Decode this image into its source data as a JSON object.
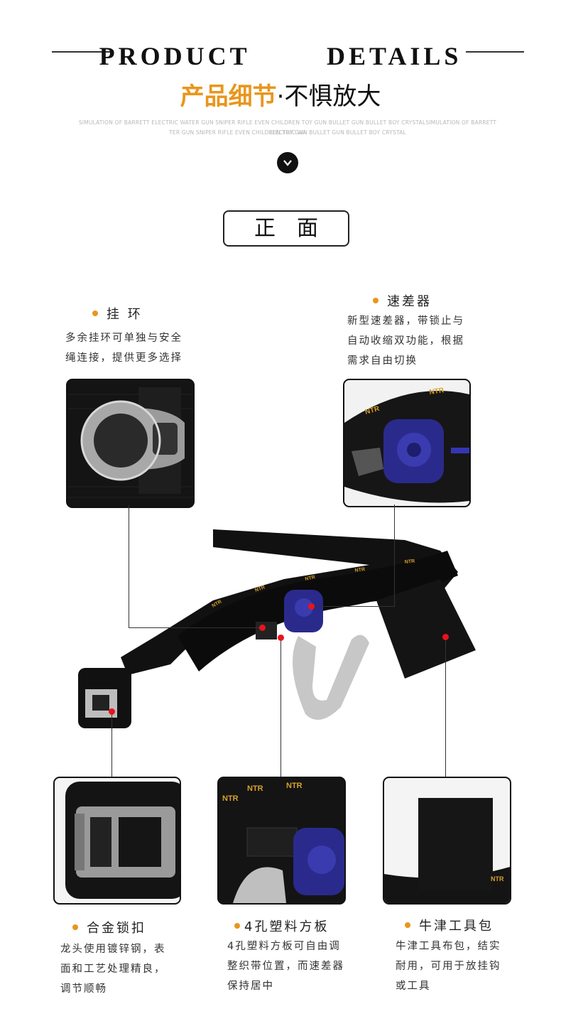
{
  "header": {
    "title_en": "PRODUCT   DETAILS",
    "title_cn_highlight": "产品细节",
    "title_cn_sep": "·",
    "title_cn_rest": "不惧放大",
    "fine_line1": "SIMULATION OF BARRETT ELECTRIC WATER GUN SNIPER RIFLE EVEN CHILDREN TOY GUN BULLET GUN BULLET BOY CRYSTALSIMULATION OF BARRETT ELECTRIC WA",
    "fine_line2": "TER GUN SNIPER RIFLE EVEN CHILDREN TOY GUN BULLET GUN BULLET BOY CRYSTAL",
    "section_label": "正面"
  },
  "features": [
    {
      "title": "挂 环",
      "desc": [
        "多余挂环可单独与安全",
        "绳连接，提供更多选择"
      ]
    },
    {
      "title": "速差器",
      "desc": [
        "新型速差器，带锁止与",
        "自动收缩双功能，根据",
        "需求自由切换"
      ]
    },
    {
      "title": "合金锁扣",
      "desc": [
        "龙头使用镀锌钢，表",
        "面和工艺处理精良，",
        "调节顺畅"
      ]
    },
    {
      "title": "4孔塑料方板",
      "desc": [
        "4孔塑料方板可自由调",
        "整织带位置，而速差器",
        "保持居中"
      ]
    },
    {
      "title": "牛津工具包",
      "desc": [
        "牛津工具布包，结实",
        "耐用，可用于放挂钩",
        "或工具"
      ]
    }
  ],
  "brand_text": "NTR",
  "colors": {
    "accent": "#e8961c",
    "marker": "#e8141c",
    "retractor": "#2a2a8c"
  }
}
